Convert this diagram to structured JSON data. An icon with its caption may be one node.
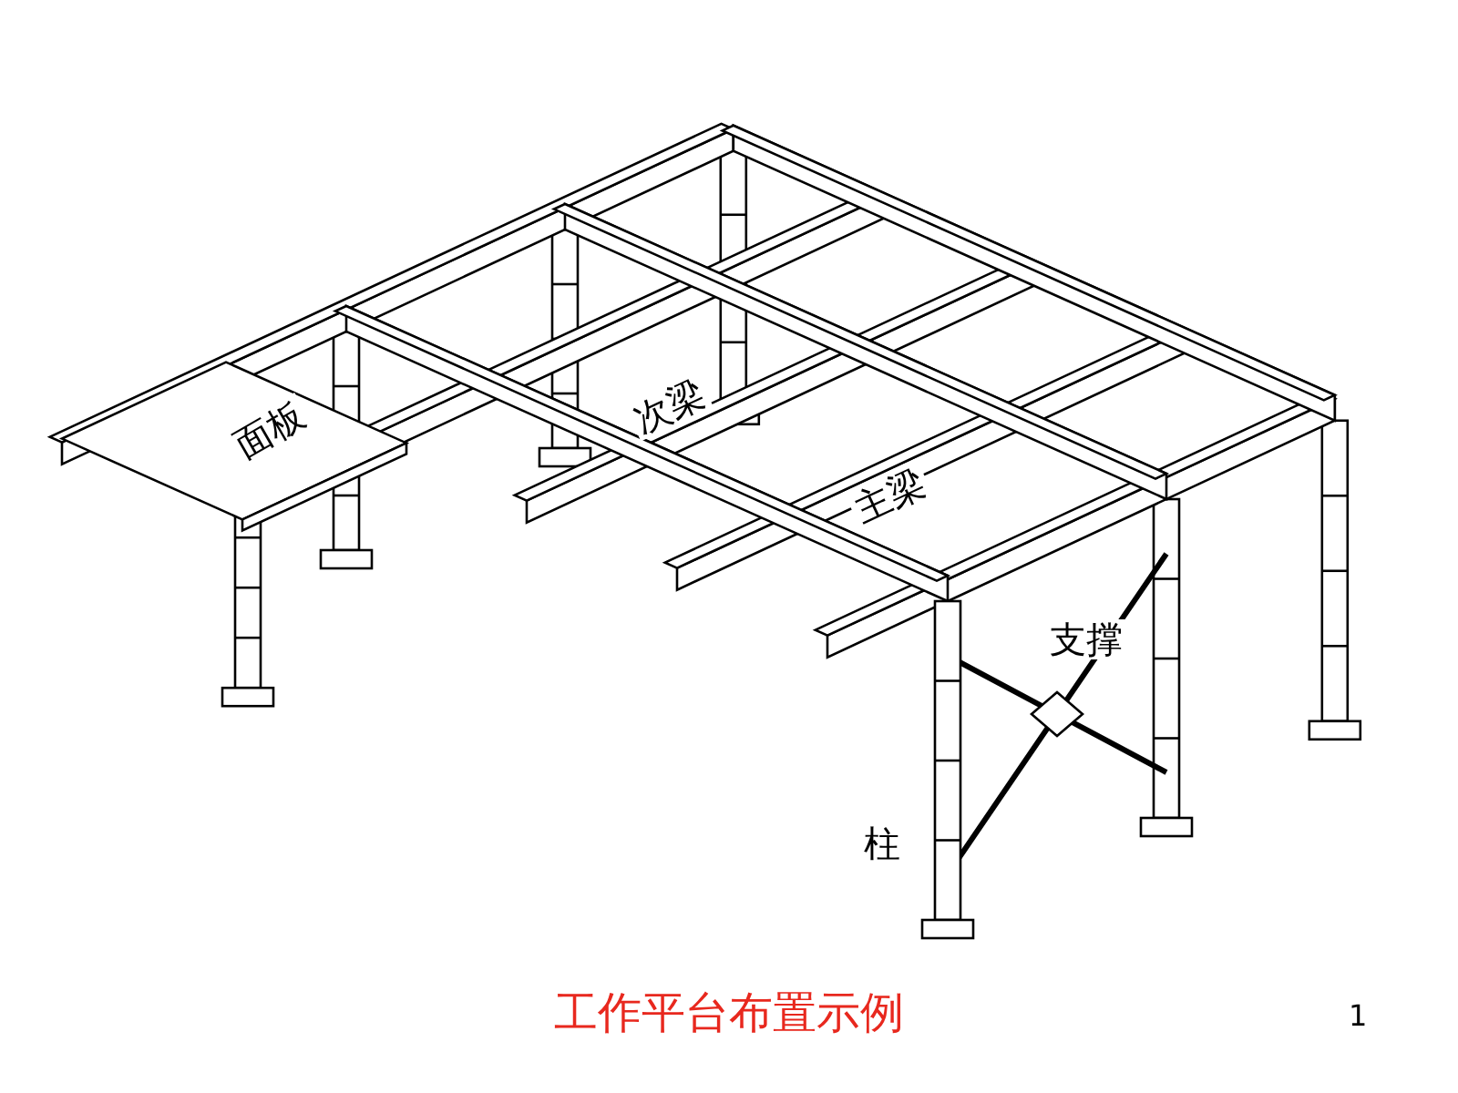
{
  "diagram": {
    "caption": "工作平台布置示例",
    "labels": [
      "面板",
      "次梁",
      "主梁",
      "支撑",
      "柱",
      "1"
    ]
  }
}
